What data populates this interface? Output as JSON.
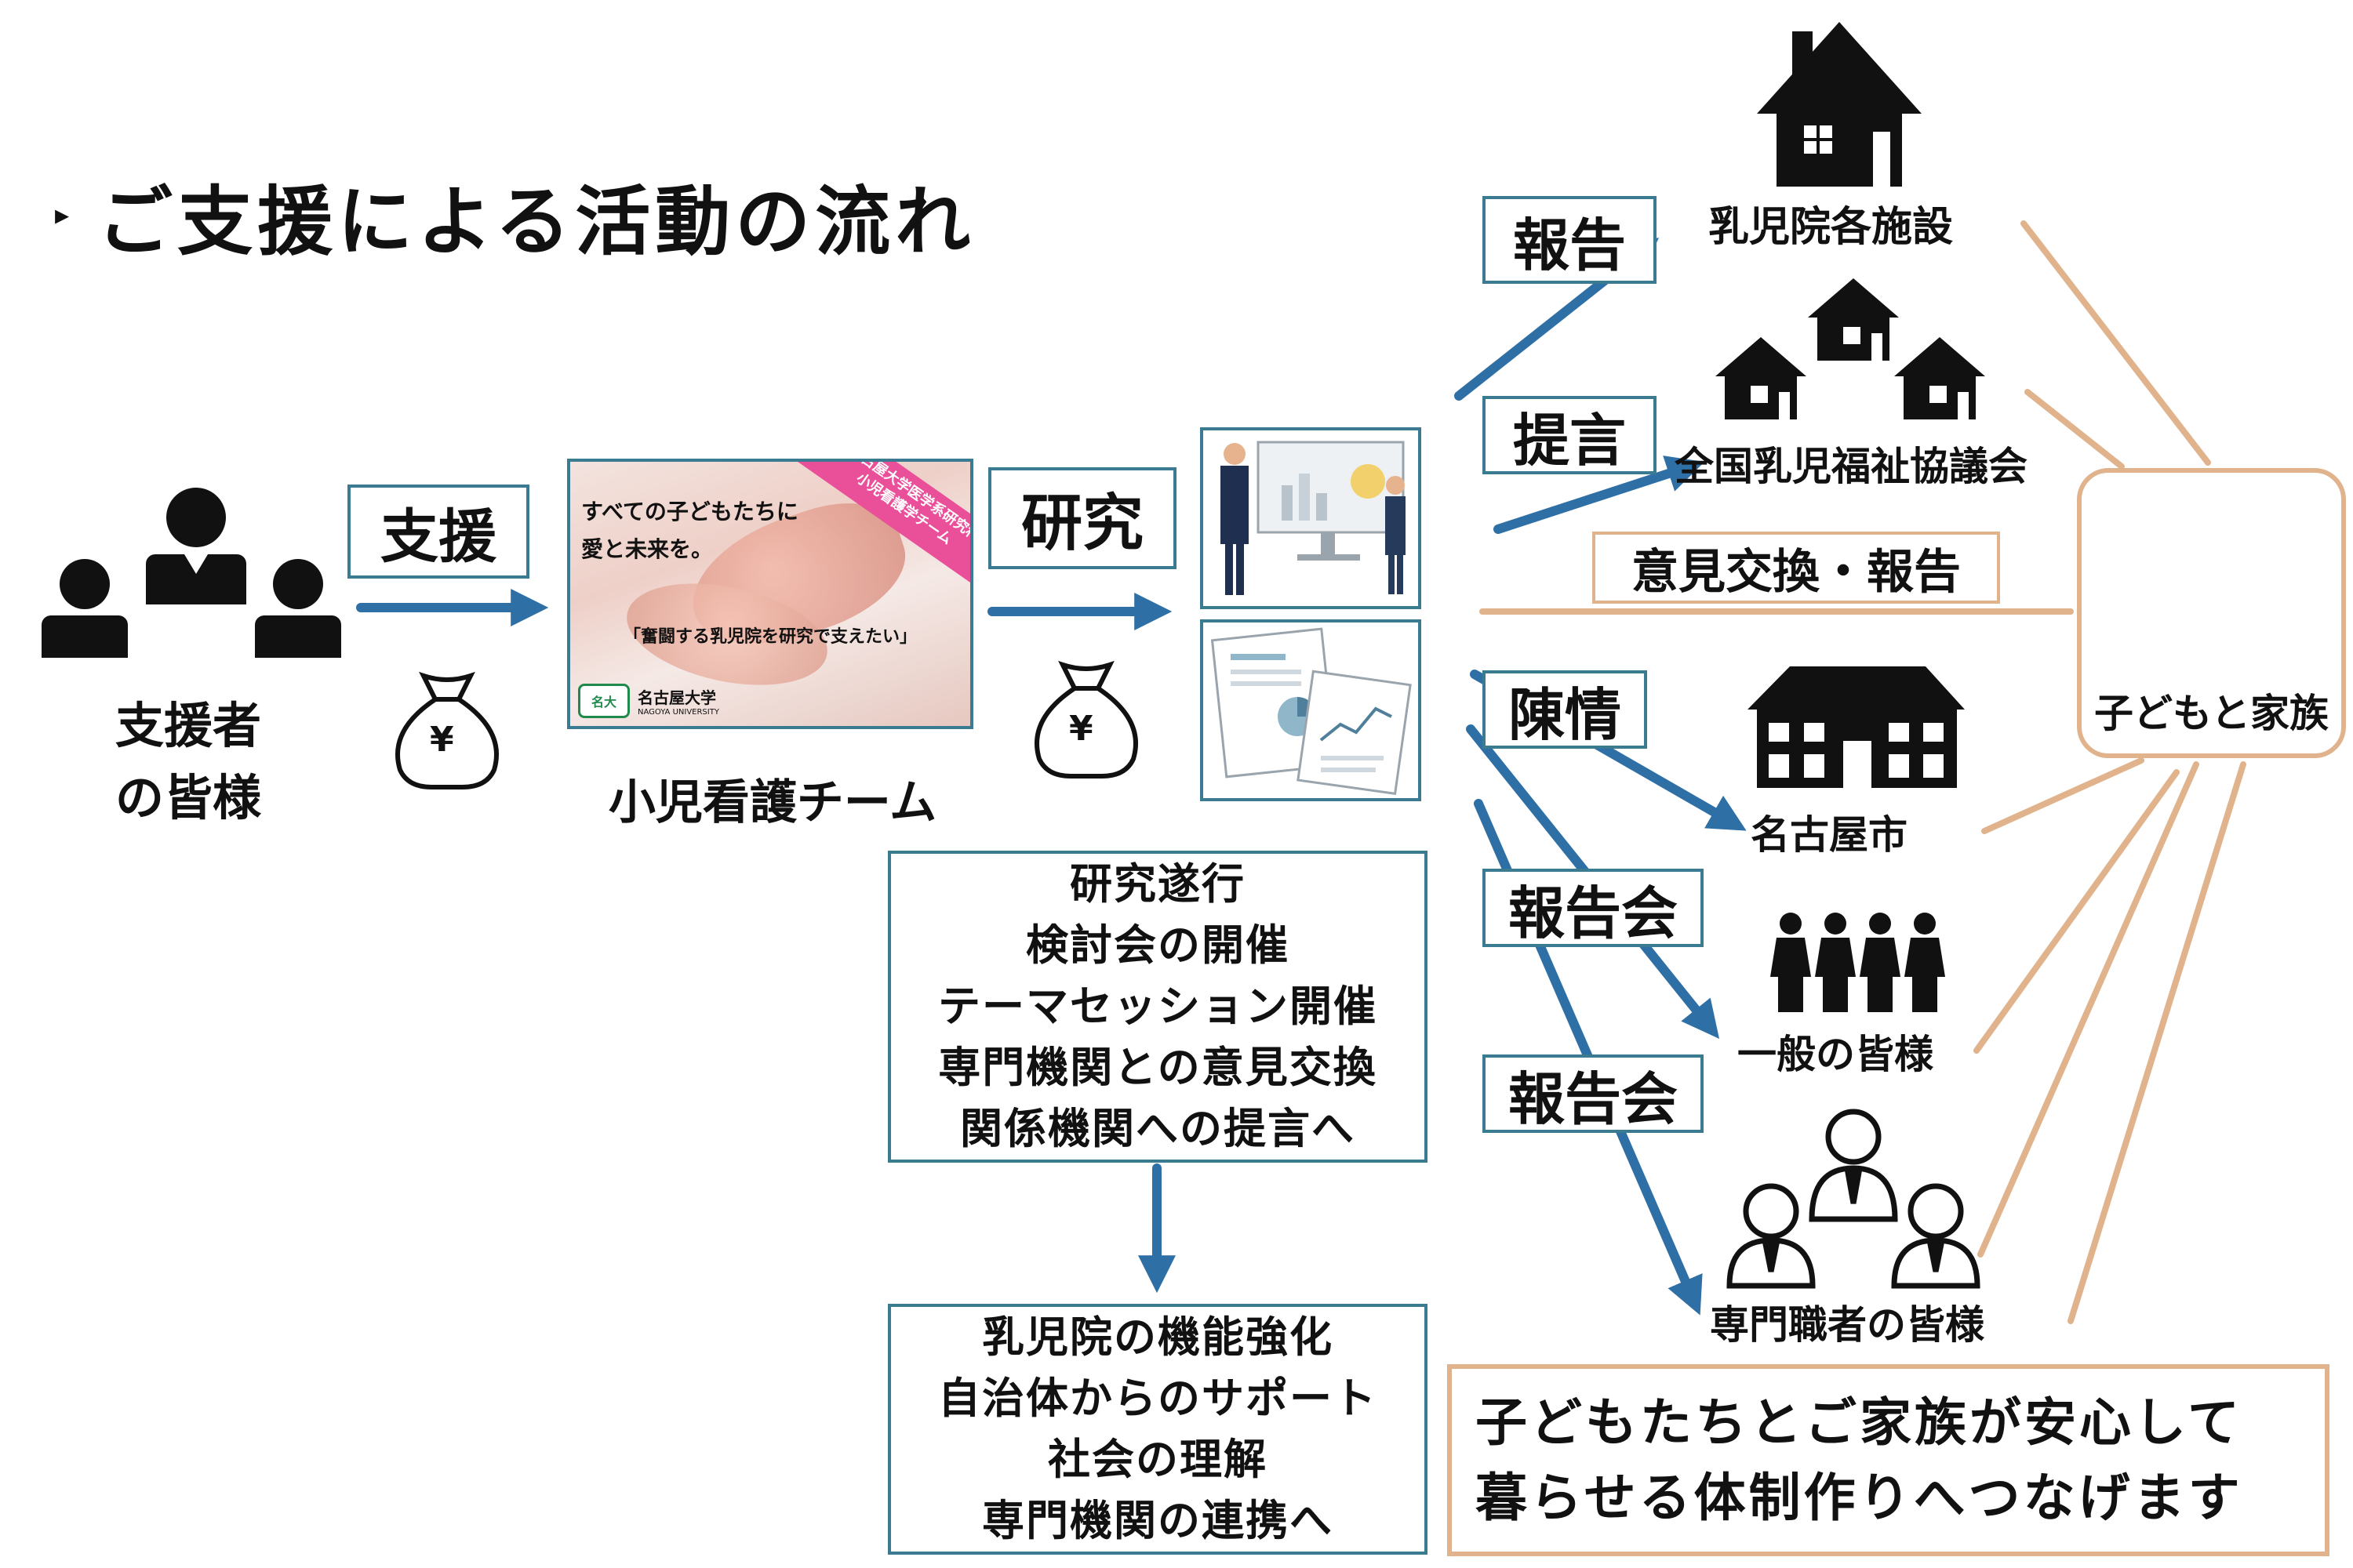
{
  "title": {
    "marker": "▸",
    "text": "ご支援による活動の流れ"
  },
  "supporters": {
    "label_line1": "支援者",
    "label_line2": "の皆様"
  },
  "steps": {
    "support_label": "支援",
    "research_label": "研究",
    "yen_symbol": "¥"
  },
  "team": {
    "label": "小児看護チーム",
    "banner": {
      "headline_line1": "すべての子どもたちに",
      "headline_line2": "愛と未来を。",
      "ribbon_line1": "名古屋大学医学系研究科",
      "ribbon_line2": "小児看護学チーム",
      "catchphrase": "「奮闘する乳児院を研究で支えたい」",
      "logo_text": "名古屋大学",
      "logo_sub": "NAGOYA UNIVERSITY"
    }
  },
  "activities": {
    "lines": [
      "研究遂行",
      "検討会の開催",
      "テーマセッション開催",
      "専門機関との意見交換",
      "関係機関への提言へ"
    ]
  },
  "outcomes": {
    "lines": [
      "乳児院の機能強化",
      "自治体からのサポート",
      "社会の理解",
      "専門機関の連携へ"
    ]
  },
  "actions": {
    "report": "報告",
    "proposal": "提言",
    "exchange": "意見交換・報告",
    "petition": "陳情",
    "report_meeting_1": "報告会",
    "report_meeting_2": "報告会"
  },
  "targets": {
    "facilities": "乳児院各施設",
    "council": "全国乳児福祉協議会",
    "city": "名古屋市",
    "public": "一般の皆様",
    "professionals": "専門職者の皆様"
  },
  "family": {
    "label": "子どもと家族"
  },
  "goal": {
    "line1": "子どもたちとご家族が安心して",
    "line2": "暮らせる体制作りへつなげます"
  },
  "colors": {
    "blue": "#2e6fa6",
    "teal_border": "#3a7b92",
    "orange": "#e1b38c",
    "black": "#111111"
  }
}
